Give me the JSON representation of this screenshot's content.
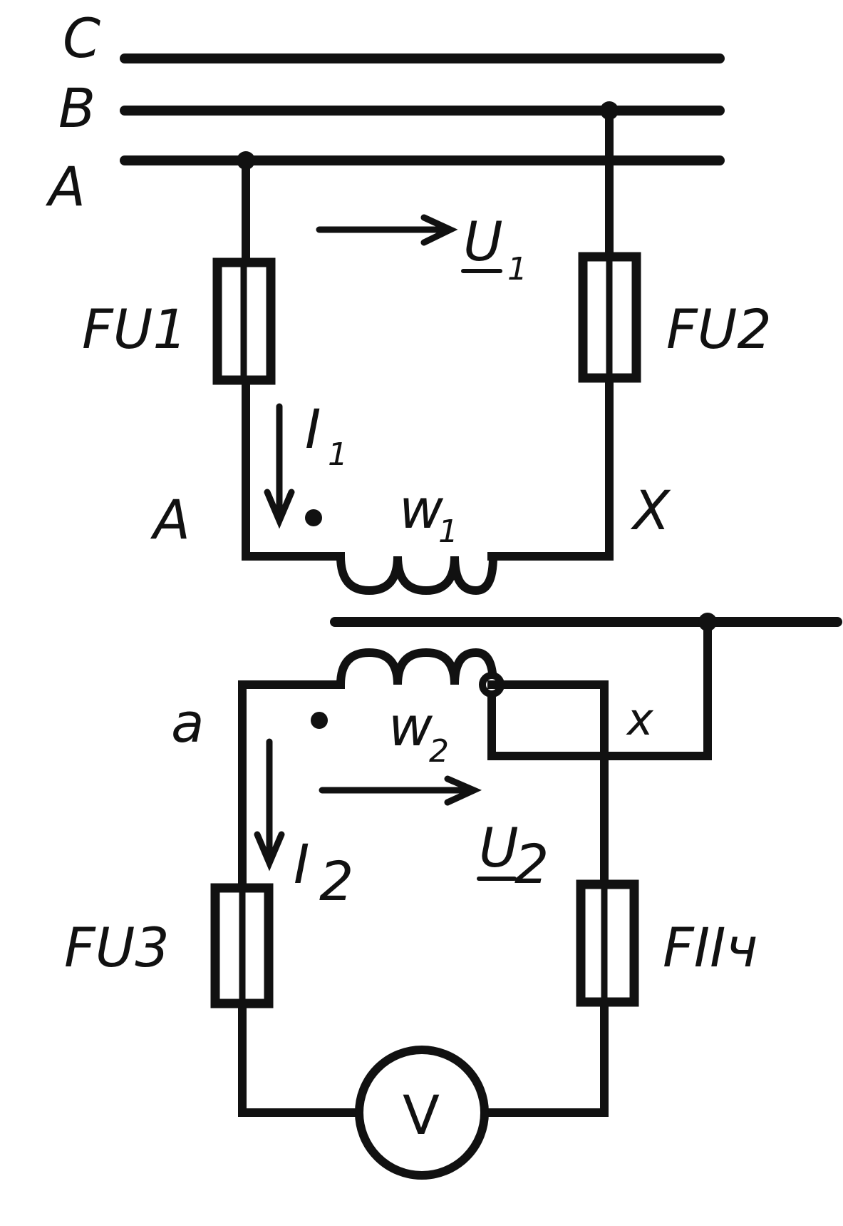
{
  "phases": {
    "c": "C",
    "b": "B",
    "a": "A"
  },
  "fuses": {
    "fu1": "FU1",
    "fu2": "FU2",
    "fu3": "FU3",
    "fu4": "FIIч"
  },
  "primary": {
    "terminal_start": "A",
    "terminal_end": "X",
    "winding": "w",
    "winding_sub": "1",
    "current": "I",
    "current_sub": "1",
    "voltage": "U",
    "voltage_sub": "1"
  },
  "secondary": {
    "terminal_start": "a",
    "terminal_end": "x",
    "winding": "w",
    "winding_sub": "2",
    "current": "I",
    "current_sub": "2",
    "voltage": "U",
    "voltage_sub": "2"
  },
  "meter": {
    "symbol": "V"
  }
}
